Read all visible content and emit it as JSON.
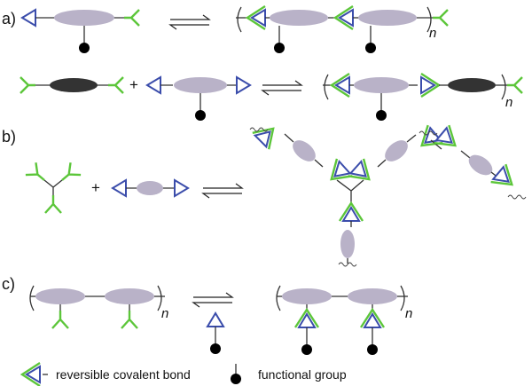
{
  "panels": [
    {
      "label": "a)"
    },
    {
      "label": "b)"
    },
    {
      "label": "c)"
    }
  ],
  "repeat_unit_label": "n",
  "plus_sign": "+",
  "legend": {
    "reversible_bond": "reversible covalent bond",
    "functional_group": "functional group"
  },
  "colors": {
    "triangle_blue": "#3b4dab",
    "fork_green": "#5cc63a",
    "oval_lavender": "#b9b2c8",
    "oval_dark": "#333333",
    "ball_black": "#000000"
  }
}
